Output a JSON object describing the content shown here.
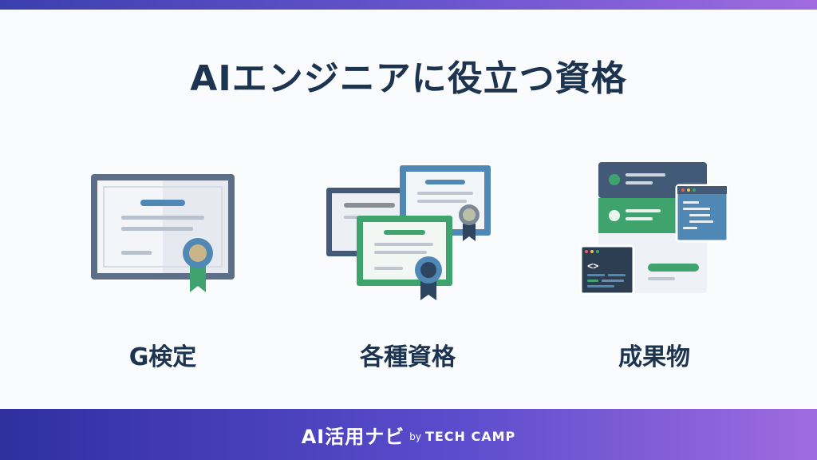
{
  "title": "AIエンジニアに役立つ資格",
  "items": [
    {
      "label": "G検定",
      "icon": "certificate-icon"
    },
    {
      "label": "各種資格",
      "icon": "multiple-certificates-icon"
    },
    {
      "label": "成果物",
      "icon": "portfolio-screens-icon"
    }
  ],
  "footer": {
    "brand": "AI活用ナビ",
    "by": "by",
    "company": "TECH CAMP"
  },
  "colors": {
    "title": "#1d3450",
    "gradient_start": "#2f2fa0",
    "gradient_end": "#a06be0",
    "cert_frame": "#5d6f86",
    "accent_green": "#3fa36e",
    "accent_blue": "#4f87b5"
  }
}
